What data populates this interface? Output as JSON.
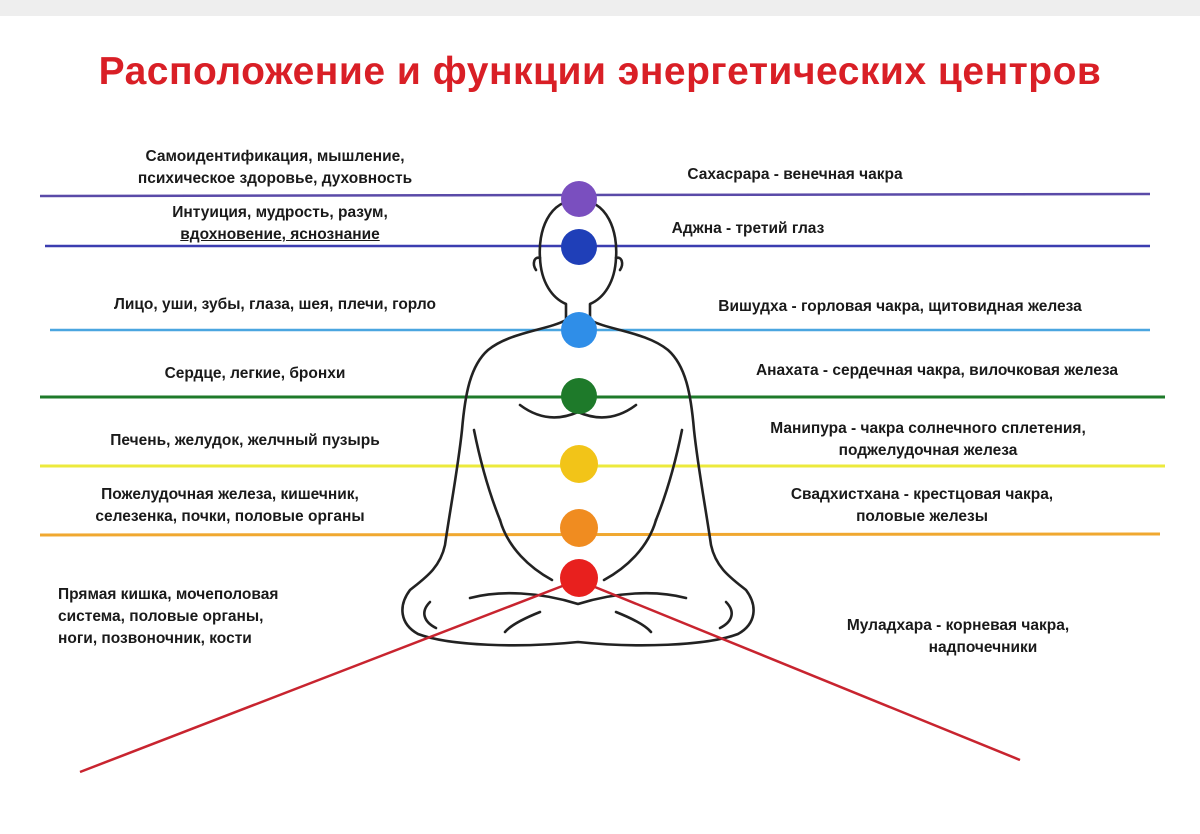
{
  "title": "Расположение и функции энергетических центров",
  "chakras": [
    {
      "color": "#7a4fbf",
      "line_color": "#5a4aa8",
      "left_lines": [
        "Самоидентификация, мышление,",
        "психическое здоровье, духовность"
      ],
      "right_lines": [
        "Сахасрара -  венечная чакра"
      ]
    },
    {
      "color": "#1f3fb8",
      "line_color": "#3b3db0",
      "left_lines": [
        "Интуиция, мудрость, разум,",
        "вдохновение, яснознание"
      ],
      "right_lines": [
        "Аджна - третий глаз"
      ]
    },
    {
      "color": "#2f8ee8",
      "line_color": "#4aa6e0",
      "left_lines": [
        "Лицо, уши, зубы, глаза, шея, плечи, горло"
      ],
      "right_lines": [
        "Вишудха - горловая чакра, щитовидная железа"
      ]
    },
    {
      "color": "#1e7a2a",
      "line_color": "#1e7a2a",
      "left_lines": [
        "Сердце, легкие, бронхи"
      ],
      "right_lines": [
        "Анахата - сердечная чакра, вилочковая железа"
      ]
    },
    {
      "color": "#f2c418",
      "line_color": "#ecea3c",
      "left_lines": [
        "Печень, желудок, желчный пузырь"
      ],
      "right_lines": [
        "Манипура - чакра солнечного сплетения,",
        "поджелудочная железа"
      ]
    },
    {
      "color": "#f08c20",
      "line_color": "#f0a830",
      "left_lines": [
        "Пожелудочная железа, кишечник,",
        "селезенка, почки, половые органы"
      ],
      "right_lines": [
        "Свадхистхана - крестцовая чакра,",
        "половые железы"
      ]
    },
    {
      "color": "#e8201e",
      "line_color": "#c8242f",
      "left_lines": [
        "Прямая кишка, мочеполовая",
        "система, половые органы,",
        "ноги, позвоночник, кости"
      ],
      "right_lines": [
        "Муладхара - корневая чакра,",
        "надпочечники"
      ]
    }
  ]
}
